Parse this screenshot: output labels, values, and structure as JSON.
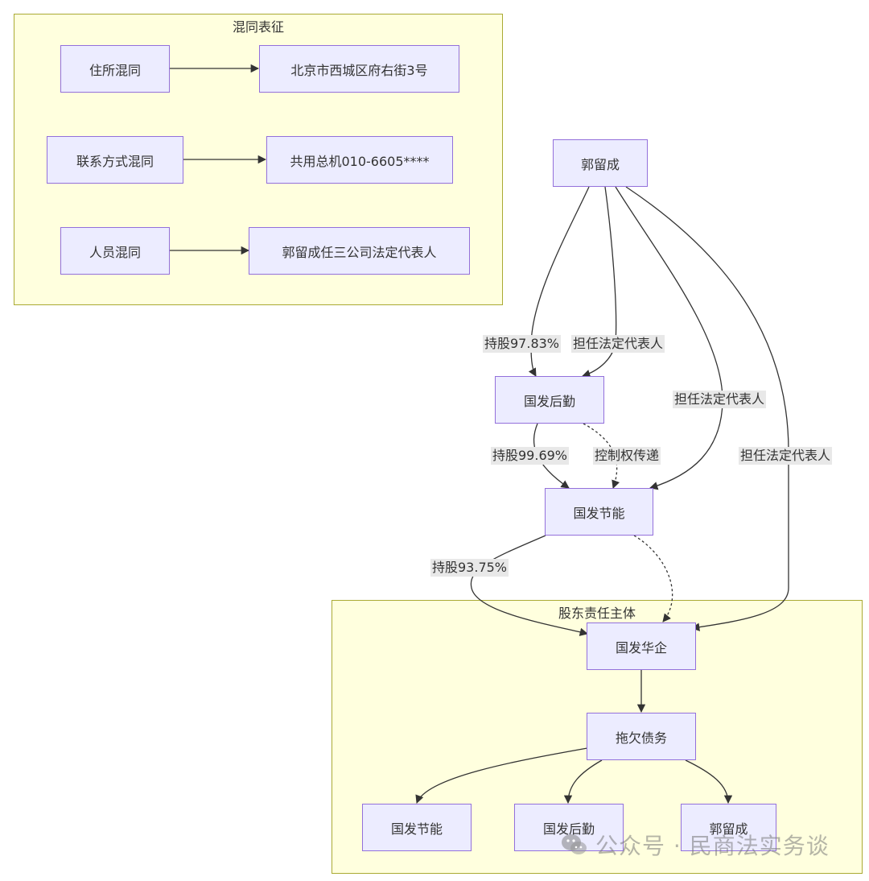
{
  "clusters": {
    "mixing": {
      "title": "混同表征"
    },
    "liability": {
      "title": "股东责任主体"
    }
  },
  "nodes": {
    "residence_mix": "住所混同",
    "address": "北京市西城区府右街3号",
    "contact_mix": "联系方式混同",
    "phone": "共用总机010-6605****",
    "personnel_mix": "人员混同",
    "guo_legal_rep_three": "郭留成任三公司法定代表人",
    "guo_top": "郭留成",
    "gfhq_mid": "国发后勤",
    "gfjn_mid": "国发节能",
    "gfhq_corp": "国发华企",
    "debt": "拖欠债务",
    "gfjn_bottom": "国发节能",
    "gfhq_bottom": "国发后勤",
    "guo_bottom": "郭留成"
  },
  "edge_labels": {
    "hold_9783": "持股97.83%",
    "legal_rep_1": "担任法定代表人",
    "legal_rep_2": "担任法定代表人",
    "legal_rep_3": "担任法定代表人",
    "hold_9969": "持股99.69%",
    "control_pass": "控制权传递",
    "hold_9375": "持股93.75%"
  },
  "watermark": {
    "text": "公众号 · 民商法实务谈",
    "icon": "wechat-icon"
  },
  "colors": {
    "node_fill": "#ececff",
    "node_border": "#9370db",
    "cluster_fill": "#ffffde",
    "cluster_border": "#aaaa33",
    "edge": "#333333",
    "label_bg": "#e8e8e8"
  }
}
